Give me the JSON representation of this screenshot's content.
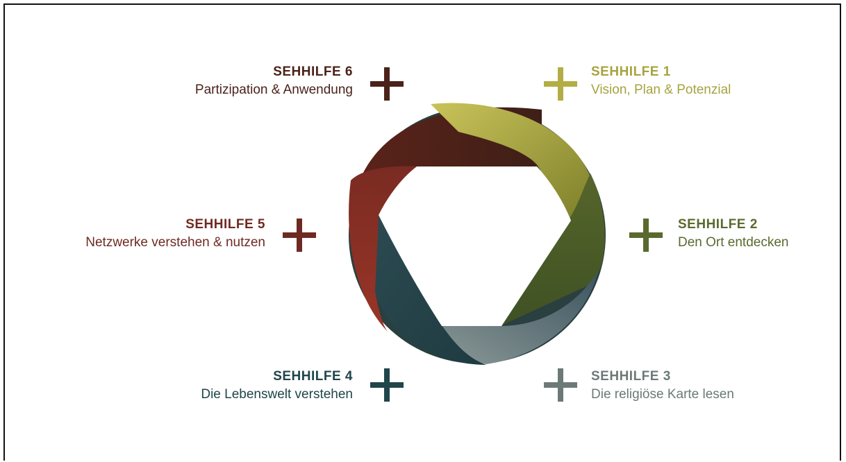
{
  "colors": {
    "s1": "#a6a33f",
    "s2": "#5a6a2e",
    "s3": "#6b7a77",
    "s4": "#20454b",
    "s5": "#6e2a22",
    "s6": "#4a221a"
  },
  "items": [
    {
      "title": "SEHHILFE 1",
      "subtitle": "Vision, Plan & Potenzial"
    },
    {
      "title": "SEHHILFE 2",
      "subtitle": "Den Ort entdecken"
    },
    {
      "title": "SEHHILFE 3",
      "subtitle": "Die religiöse Karte lesen"
    },
    {
      "title": "SEHHILFE 4",
      "subtitle": "Die Lebenswelt verstehen"
    },
    {
      "title": "SEHHILFE 5",
      "subtitle": "Netzwerke verstehen & nutzen"
    },
    {
      "title": "SEHHILFE 6",
      "subtitle": "Partizipation & Anwendung"
    }
  ]
}
